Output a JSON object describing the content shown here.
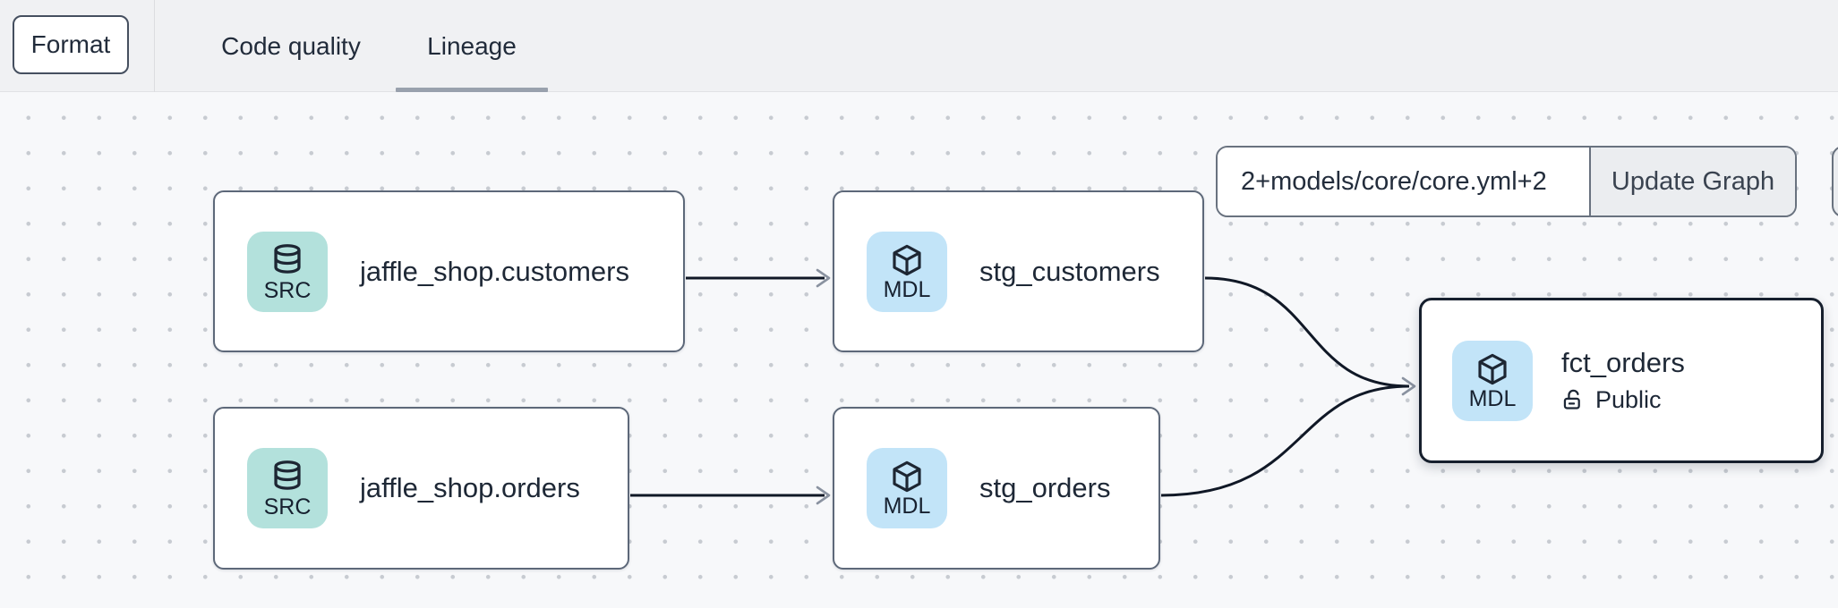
{
  "topbar": {
    "format_button": "Format",
    "tabs": [
      {
        "label": "Code quality",
        "active": false
      },
      {
        "label": "Lineage",
        "active": true
      }
    ]
  },
  "lineage_toolbar": {
    "selector_input_value": "2+models/core/core.yml+2",
    "update_graph_button": "Update Graph"
  },
  "graph": {
    "nodes": [
      {
        "label": "jaffle_shop.customers",
        "badge": "SRC",
        "kind": "source",
        "selected": false
      },
      {
        "label": "stg_customers",
        "badge": "MDL",
        "kind": "model",
        "selected": false
      },
      {
        "label": "jaffle_shop.orders",
        "badge": "SRC",
        "kind": "source",
        "selected": false
      },
      {
        "label": "stg_orders",
        "badge": "MDL",
        "kind": "model",
        "selected": false
      },
      {
        "label": "fct_orders",
        "badge": "MDL",
        "kind": "model",
        "access": "Public",
        "selected": true
      }
    ],
    "edges": [
      {
        "from": "jaffle_shop.customers",
        "to": "stg_customers"
      },
      {
        "from": "jaffle_shop.orders",
        "to": "stg_orders"
      },
      {
        "from": "stg_customers",
        "to": "fct_orders"
      },
      {
        "from": "stg_orders",
        "to": "fct_orders"
      }
    ]
  },
  "icons": {
    "source_badge": "database-icon",
    "model_badge": "cube-icon",
    "public_access": "unlock-icon"
  },
  "colors": {
    "source_badge_bg": "#b3e1dc",
    "model_badge_bg": "#c2e4f8",
    "node_border": "#5d6879",
    "selected_node_border": "#161f2d",
    "edge_line": "#101826",
    "arrowhead": "#8a92a0",
    "active_tab_underline": "#99a1ad",
    "topbar_bg": "#f0f1f3",
    "canvas_bg": "#f7f8fa"
  }
}
